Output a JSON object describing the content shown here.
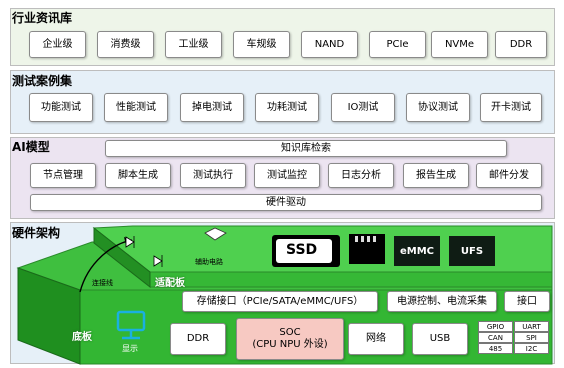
{
  "industry": {
    "title": "行业资讯库",
    "items": [
      "企业级",
      "消费级",
      "工业级",
      "车规级",
      "NAND",
      "PCIe",
      "NVMe",
      "DDR"
    ]
  },
  "testcases": {
    "title": "测试案例集",
    "items": [
      "功能测试",
      "性能测试",
      "掉电测试",
      "功耗测试",
      "IO测试",
      "协议测试",
      "开卡测试"
    ]
  },
  "ai": {
    "title": "AI模型",
    "knowledge_base": "知识库检索",
    "items": [
      "节点管理",
      "脚本生成",
      "测试执行",
      "测试监控",
      "日志分析",
      "报告生成",
      "邮件分发"
    ],
    "driver": "硬件驱动"
  },
  "hardware": {
    "title": "硬件架构",
    "adapter": {
      "label": "适配板",
      "aux_circuit": "辅助电路",
      "ssd": "SSD",
      "emmc": "eMMC",
      "ufs": "UFS",
      "storage_if": "存储接口（PCIe/SATA/eMMC/UFS）",
      "power": "电源控制、电流采集",
      "port": "接口"
    },
    "base": {
      "label": "底板",
      "display": "显示",
      "cable": "连接线",
      "ddr": "DDR",
      "soc_line1": "SOC",
      "soc_line2": "(CPU NPU 外设)",
      "network": "网络",
      "usb": "USB",
      "interfaces": [
        "GPIO",
        "UART",
        "CAN",
        "SPI",
        "485",
        "I2C"
      ]
    }
  },
  "colors": {
    "band_industry": "#eef5e9",
    "band_testcases": "#e6f0f8",
    "band_ai": "#ece4f1",
    "band_hw": "#e6f0f8",
    "board_green": "#33b633",
    "soc_fill": "#f7c9c2"
  }
}
